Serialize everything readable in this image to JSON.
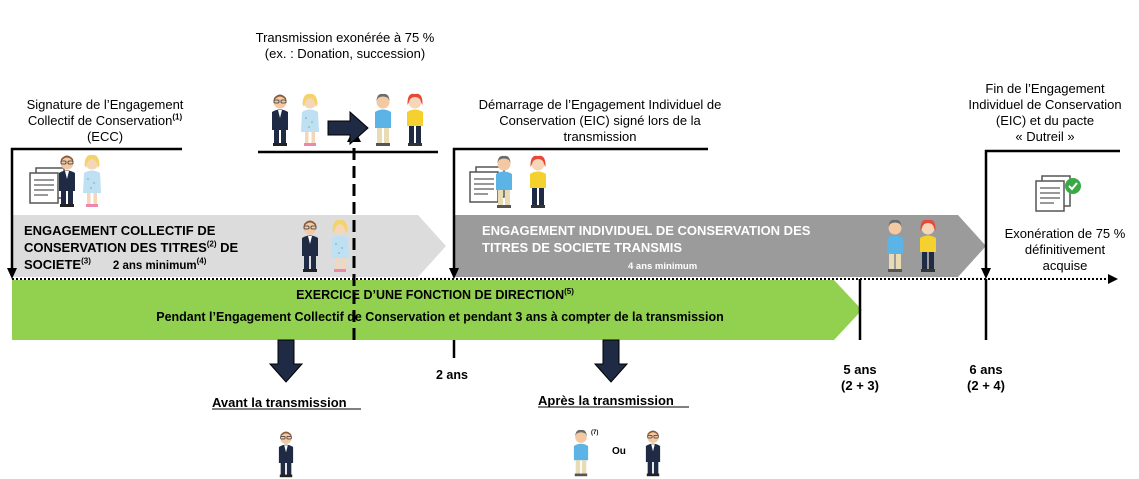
{
  "top_labels": {
    "signature_line1": "Signature de l’Engagement",
    "signature_line2": "Collectif de Conservation",
    "signature_sup": "(1)",
    "signature_line3": "(ECC)",
    "transmission_line1": "Transmission exonérée à 75 %",
    "transmission_line2": "(ex. : Donation, succession)",
    "demarrage_line1": "Démarrage de l’Engagement Individuel de",
    "demarrage_line2": "Conservation (EIC) signé lors de la",
    "demarrage_line3": "transmission",
    "fin_line1": "Fin de l’Engagement",
    "fin_line2": "Individuel de Conservation",
    "fin_line3": "(EIC) et du pacte",
    "fin_line4": "« Dutreil »"
  },
  "bands": {
    "ecc_line1": "ENGAGEMENT COLLECTIF DE",
    "ecc_line2a": "CONSERVATION DES TITRES",
    "ecc_sup2": "(2)",
    "ecc_line2b": " DE",
    "ecc_line3a": "SOCIETE",
    "ecc_sup3": "(3)",
    "ecc_min": "2 ans minimum",
    "ecc_sup4": "(4)",
    "eic_line1": "ENGAGEMENT INDIVIDUEL DE CONSERVATION DES",
    "eic_line2": "TITRES DE SOCIETE TRANSMIS",
    "eic_min": "4 ans minimum",
    "exo_line1": "Exonération de 75 %",
    "exo_line2": "définitivement",
    "exo_line3": "acquise"
  },
  "green_band": {
    "title": "EXERCICE D’UNE FONCTION DE DIRECTION",
    "title_sup": "(5)",
    "subtitle": "Pendant l’Engagement Collectif de Conservation et pendant 3 ans à compter de la transmission"
  },
  "timeline": {
    "mark_2ans": "2 ans",
    "mark_5ans": "5 ans",
    "mark_5ans_sub": "(2 + 3)",
    "mark_6ans": "6 ans",
    "mark_6ans_sub": "(2 + 4)"
  },
  "bottom": {
    "avant": "Avant la transmission",
    "apres": "Après la transmission",
    "apres_sup": "(7)",
    "ou": "Ou"
  },
  "colors": {
    "gray_light": "#dcdcdc",
    "gray_dark": "#9b9b9b",
    "green": "#92d050",
    "navy": "#1f2a44",
    "check_green": "#3aa845"
  }
}
